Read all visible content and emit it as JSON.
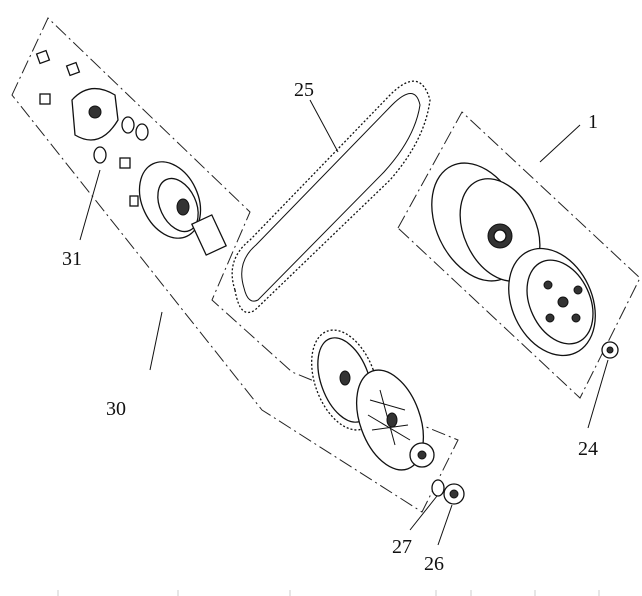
{
  "diagram": {
    "labels": {
      "clutch_assembly": "1",
      "belt": "25",
      "movable_drive_face_assembly": "30",
      "slider_roller": "31",
      "clutch_nut": "24",
      "washer": "27",
      "drive_nut": "26"
    }
  }
}
